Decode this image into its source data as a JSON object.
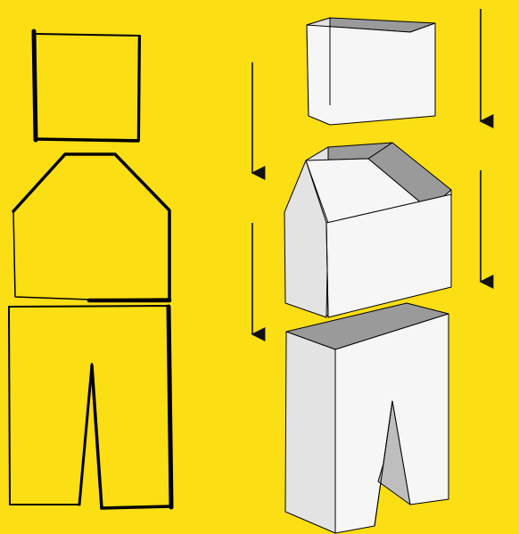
{
  "palette": {
    "background": "#FBDE14",
    "outline": "#000000",
    "face_front": "#F6F6F6",
    "face_side": "#E3E3E3",
    "face_top": "#9A9A9A",
    "face_inner": "#BEBEBE",
    "arrow": "#111111"
  },
  "sketch_parts": [
    "head-outline",
    "torso-outline",
    "legs-outline"
  ],
  "model_parts": [
    "head-block",
    "torso-block",
    "legs-block"
  ],
  "arrows": [
    "arrow-head-to-torso",
    "arrow-torso-to-legs",
    "arrow-model-head",
    "arrow-model-torso"
  ]
}
